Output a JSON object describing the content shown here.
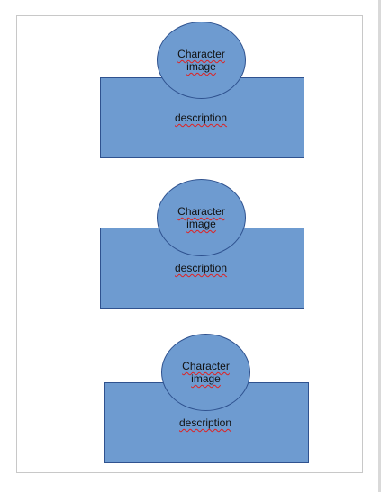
{
  "cards": [
    {
      "circle_line1": "Character",
      "circle_line2": "image",
      "description": "description"
    },
    {
      "circle_line1": "Character",
      "circle_line2": "image",
      "description": "description"
    },
    {
      "circle_line1": "Character",
      "circle_line2": "image",
      "description": "description"
    }
  ],
  "colors": {
    "shape_fill": "#6e9bd0",
    "shape_border": "#2f528f",
    "spellcheck_underline": "#e02020"
  }
}
